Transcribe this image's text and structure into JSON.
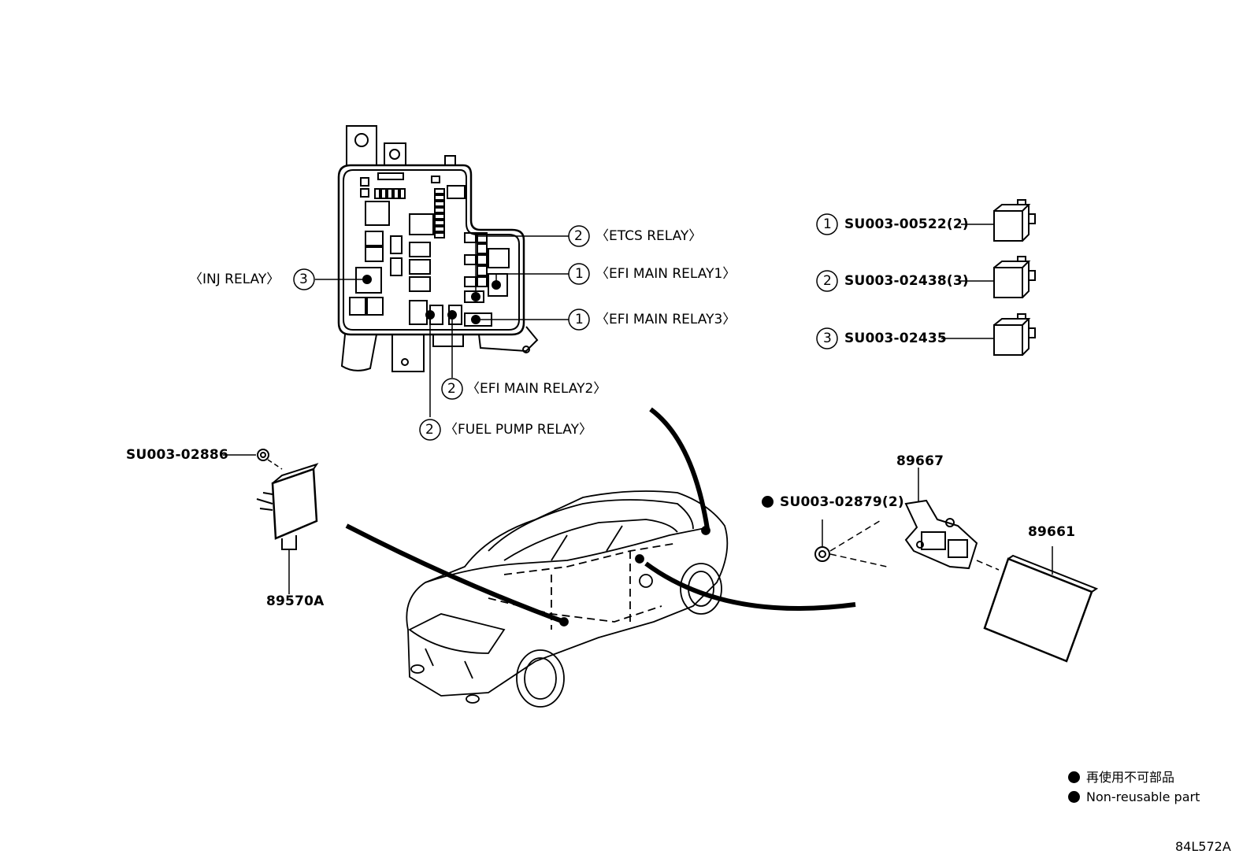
{
  "callouts": {
    "etcs": {
      "num": "2",
      "label": "〈ETCS RELAY〉"
    },
    "efi_main1": {
      "num": "1",
      "label": "〈EFI MAIN RELAY1〉"
    },
    "efi_main3": {
      "num": "1",
      "label": "〈EFI MAIN RELAY3〉"
    },
    "inj": {
      "num": "3",
      "label": "〈INJ RELAY〉"
    },
    "efi_main2": {
      "num": "2",
      "label": "〈EFI MAIN RELAY2〉"
    },
    "fuel_pump": {
      "num": "2",
      "label": "〈FUEL PUMP RELAY〉"
    }
  },
  "relay_list": [
    {
      "num": "1",
      "part": "SU003-00522(2)"
    },
    {
      "num": "2",
      "part": "SU003-02438(3)"
    },
    {
      "num": "3",
      "part": "SU003-02435"
    }
  ],
  "parts": {
    "left_clip": "SU003-02886",
    "left_module": "89570A",
    "right_nut": "SU003-02879(2)",
    "bracket": "89667",
    "module": "89661"
  },
  "legend": {
    "jp": "再使用不可部品",
    "en": "Non-reusable part"
  },
  "figure_code": "84L572A",
  "icons": [
    "non-reusable-dot-icon",
    "relay-icon",
    "callout-circle-icon"
  ]
}
